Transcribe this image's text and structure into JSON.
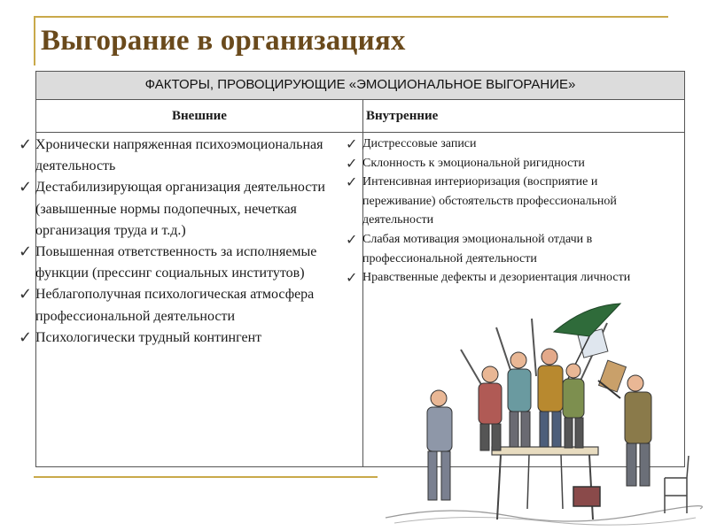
{
  "title": "Выгорание в организациях",
  "table": {
    "header": "ФАКТОРЫ, ПРОВОЦИРУЮЩИЕ «ЭМОЦИОНАЛЬНОЕ ВЫГОРАНИЕ»",
    "external_label": "Внешние",
    "internal_label": "Внутренние",
    "external_items": [
      "Хронически напряженная психоэмоциональная деятельность",
      "Дестабилизирующая организация деятельности (завышенные нормы подопечных, нечеткая организация труда и т.д.)",
      "Повышенная ответственность за исполняемые функции (прессинг социальных институтов)",
      "Неблагополучная психологическая атмосфера профессиональной деятельности",
      "Психологически трудный контингент"
    ],
    "internal_items": [
      "Дистрессовые записи",
      "Склонность к эмоциональной ригидности",
      "Интенсивная интериоризация (восприятие и переживание) обстоятельств профессиональной деятельности",
      "Слабая мотивация эмоциональной отдачи в профессиональной деятельности",
      "Нравственные дефекты и дезориентация личности"
    ]
  },
  "icons": {
    "bullet": "checkmark-icon",
    "illustration": "crowd-on-table-illustration"
  },
  "colors": {
    "title": "#6a4a1c",
    "rule": "#c9a94a",
    "header_bg": "#dcdcdc"
  }
}
